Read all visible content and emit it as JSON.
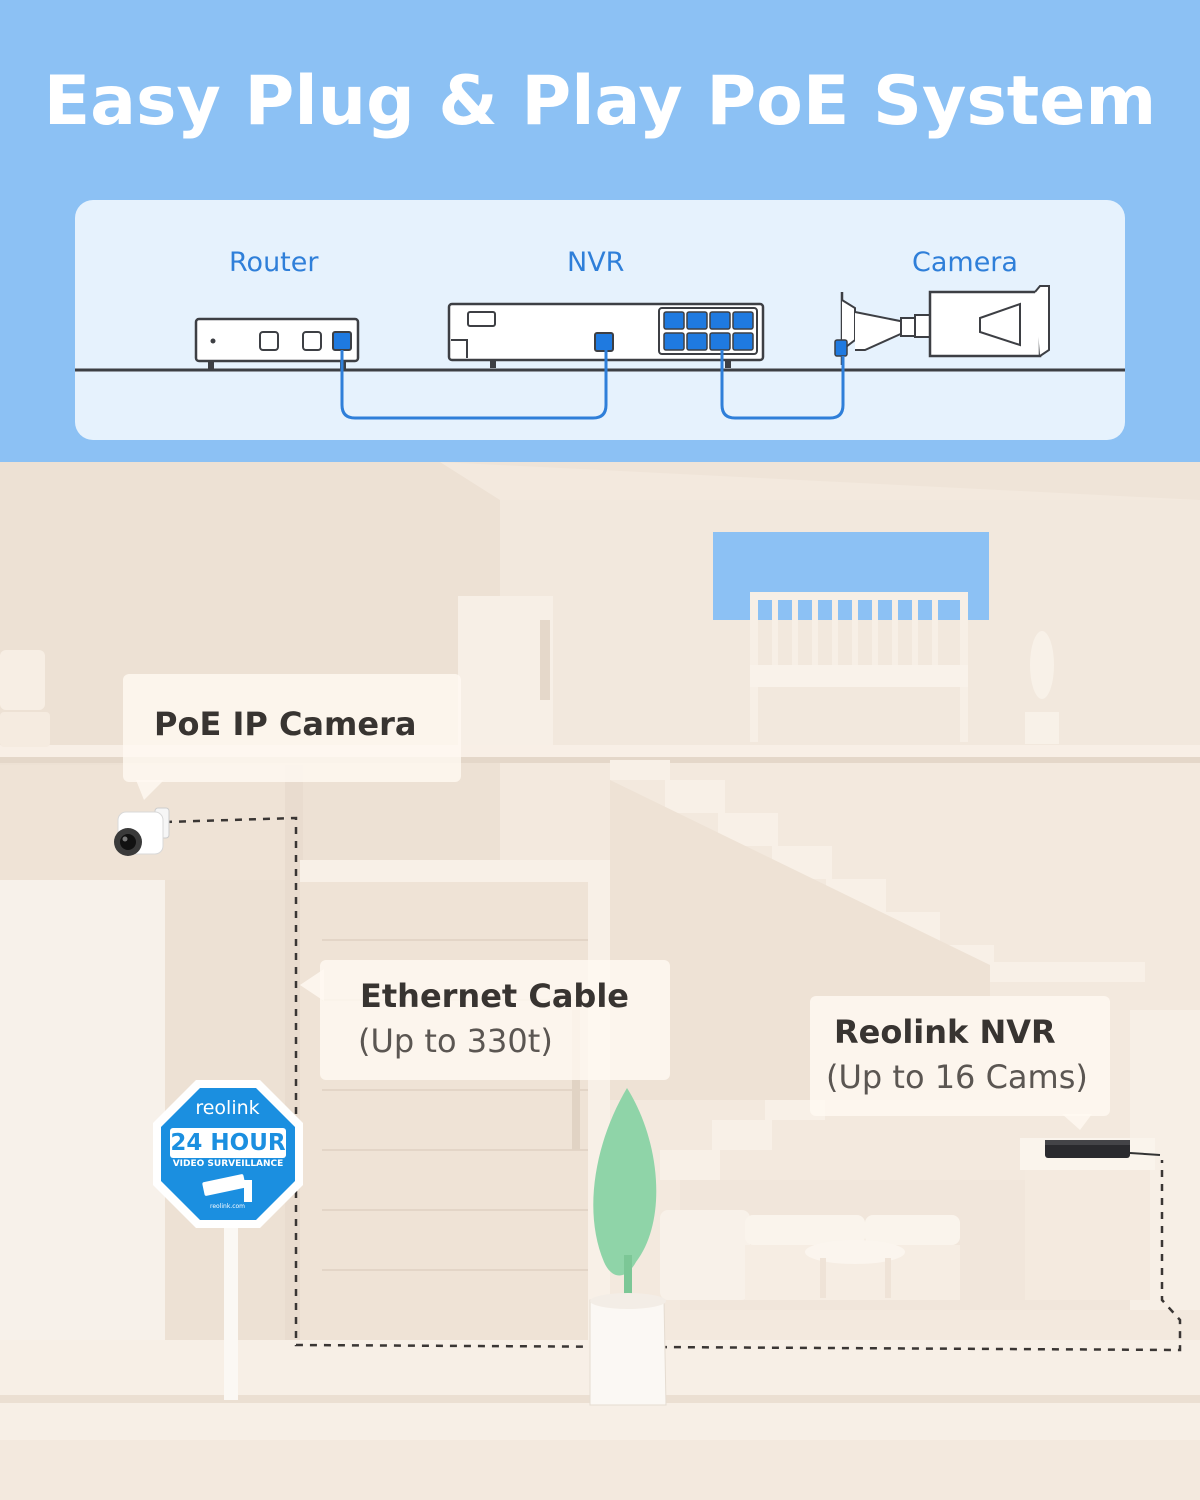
{
  "header": {
    "title": "Easy Plug & Play PoE System"
  },
  "diagram": {
    "router_label": "Router",
    "nvr_label": "NVR",
    "camera_label": "Camera"
  },
  "callouts": {
    "camera": {
      "title": "PoE IP Camera"
    },
    "cable": {
      "title": "Ethernet Cable",
      "subtitle": "(Up to 330t)"
    },
    "nvr": {
      "title": "Reolink NVR",
      "subtitle": "(Up to 16 Cams)"
    }
  },
  "sign": {
    "brand": "reolink",
    "headline": "24 HOUR",
    "subline": "VIDEO SURVEILLANCE",
    "footer": "reolink.com"
  },
  "colors": {
    "sky": "#8cc1f4",
    "panel": "#e6f2fd",
    "accent_blue": "#2f7fd9",
    "port_blue": "#1f7ae0",
    "wall": "#f1e6da",
    "plant_green": "#8fd4a8",
    "sign_blue": "#1b8fe0"
  }
}
